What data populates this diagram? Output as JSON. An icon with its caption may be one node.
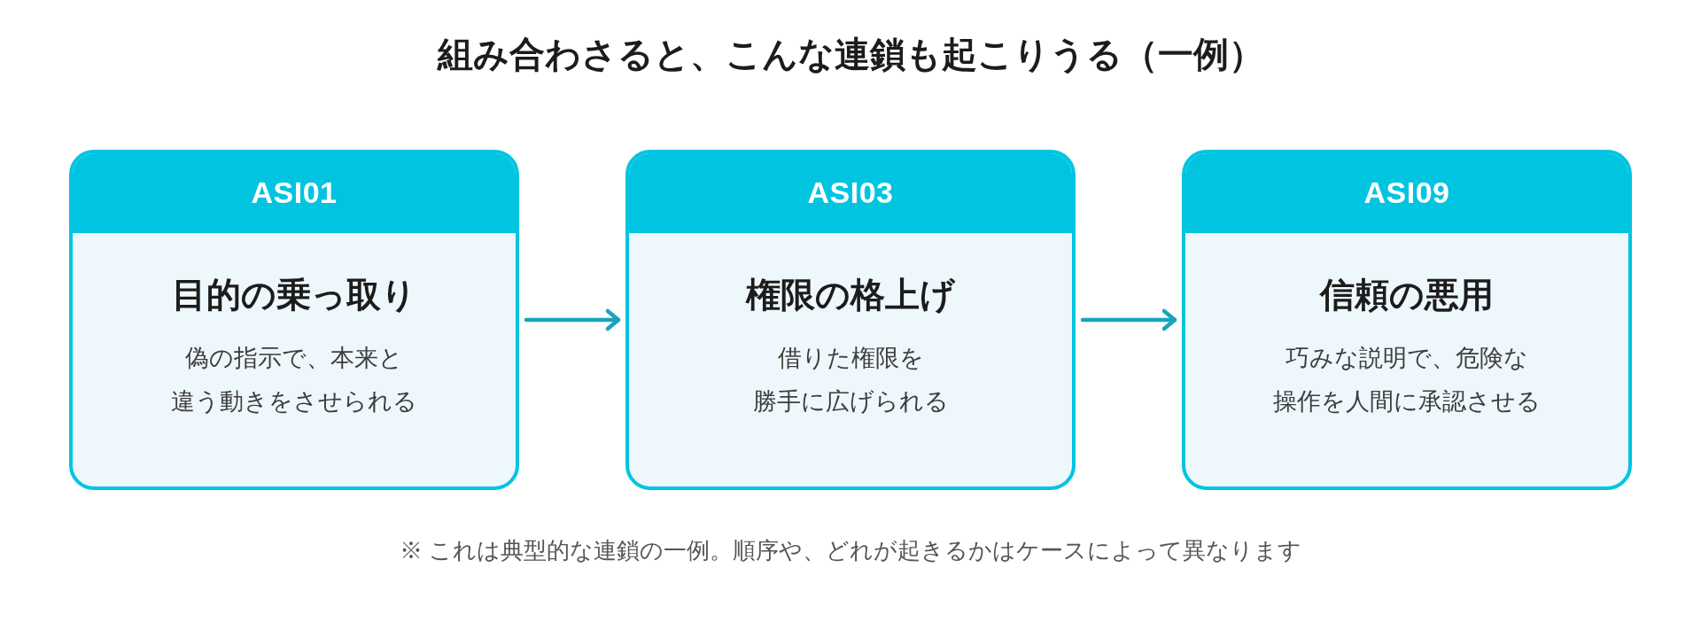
{
  "diagram": {
    "title": "組み合わさると、こんな連鎖も起こりうる（一例）",
    "nodes": [
      {
        "text": [
          "ASI01",
          "目的の乗っ取り",
          "偽の指示で、本来と違う動きをさせられる"
        ]
      },
      {
        "text": [
          "ASI03",
          "権限の格上げ",
          "借りた権限を勝手に広げられる"
        ]
      },
      {
        "text": [
          "ASI09",
          "信頼の悪用",
          "巧みな説明で、危険な操作を人間に承認させる"
        ]
      }
    ],
    "edges": [
      {
        "from": 0,
        "to": 1,
        "arrow": "to"
      },
      {
        "from": 1,
        "to": 2,
        "arrow": "to"
      }
    ],
    "caption": "※ これは典型的な連鎖の一例。順序や、どれが起きるかはケースによって異なります"
  }
}
